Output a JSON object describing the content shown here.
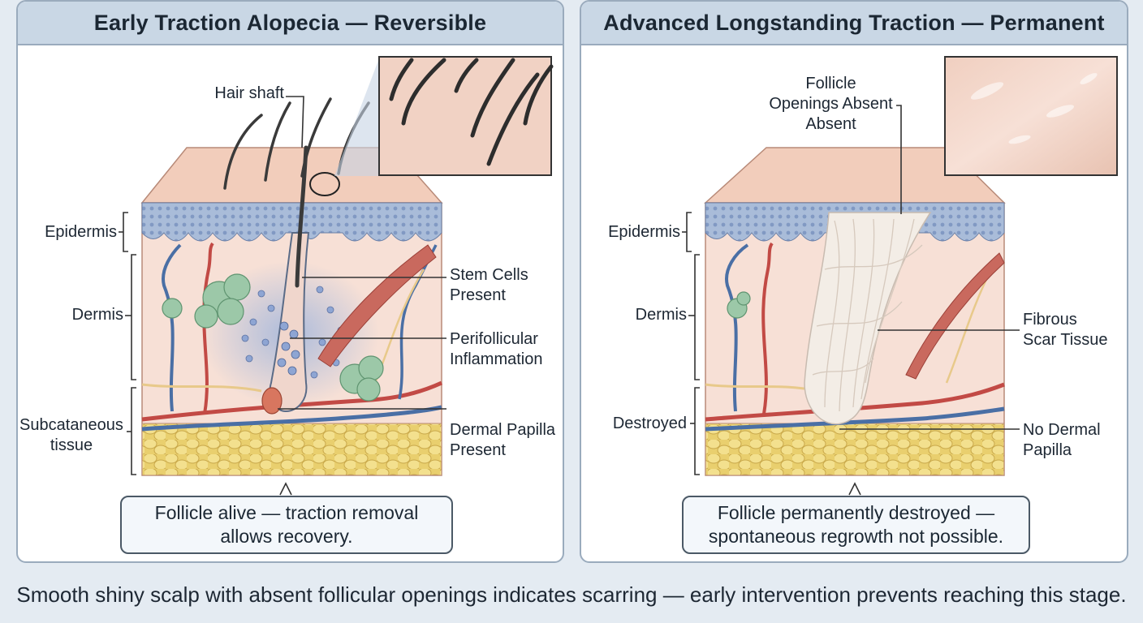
{
  "left_panel": {
    "title": "Early Traction Alopecia — Reversible",
    "labels": {
      "hair_shaft": "Hair shaft",
      "epidermis": "Epidermis",
      "dermis": "Dermis",
      "subcutaneous_line1": "Subcataneous",
      "subcutaneous_line2": "tissue",
      "stem_cells_line1": "Stem Cells",
      "stem_cells_line2": "Present",
      "inflammation_line1": "Perifollicular",
      "inflammation_line2": "Inflammation",
      "papilla_line1": "Dermal Papilla",
      "papilla_line2": "Present"
    },
    "callout": {
      "line1": "Follicle alive — traction removal",
      "line2": "allows recovery."
    }
  },
  "right_panel": {
    "title": "Advanced Longstanding Traction — Permanent",
    "labels": {
      "follicle_line1": "Follicle",
      "follicle_line2": "Openings Absent",
      "follicle_line3": "Absent",
      "epidermis": "Epidermis",
      "dermis": "Dermis",
      "destroyed": "Destroyed",
      "scar_line1": "Fibrous",
      "scar_line2": "Scar Tissue",
      "no_papilla_line1": "No Dermal",
      "no_papilla_line2": "Papilla"
    },
    "callout": {
      "line1": "Follicle permanently destroyed —",
      "line2": "spontaneous regrowth not possible."
    }
  },
  "footer": {
    "text": "Smooth shiny scalp with absent follicular openings indicates scarring — early intervention prevents reaching this stage."
  },
  "colors": {
    "panel_header_bg": "#c9d7e5",
    "panel_border": "#9aabbd",
    "skin_surface": "#f0c9b8",
    "epidermis_cells": "#8fa6cc",
    "dermis": "#f6ddd3",
    "fat": "#ecd57a",
    "artery": "#c24a45",
    "vein": "#4a6fa5",
    "inflammation": "#9fb5dc",
    "gland": "#9cc8a8",
    "scar": "#f3ede6"
  }
}
